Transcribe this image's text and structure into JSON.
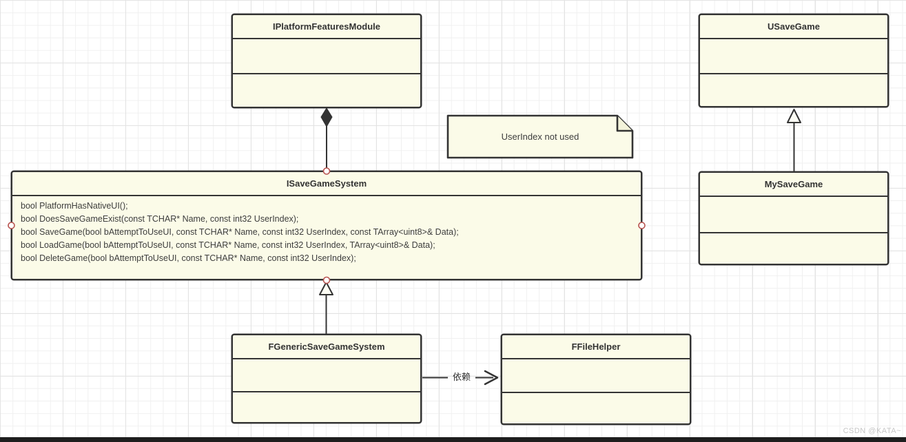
{
  "classes": [
    {
      "name": "IPlatformFeaturesModule"
    },
    {
      "name": "USaveGame"
    },
    {
      "name": "ISaveGameSystem",
      "methods": [
        "bool PlatformHasNativeUI();",
        "bool DoesSaveGameExist(const TCHAR* Name, const int32 UserIndex);",
        "bool SaveGame(bool bAttemptToUseUI, const TCHAR* Name, const int32 UserIndex, const TArray<uint8>& Data);",
        "bool LoadGame(bool bAttemptToUseUI, const TCHAR* Name, const int32 UserIndex, TArray<uint8>& Data);",
        "bool DeleteGame(bool bAttemptToUseUI, const TCHAR* Name, const int32 UserIndex);"
      ]
    },
    {
      "name": "MySaveGame"
    },
    {
      "name": "FGenericSaveGameSystem"
    },
    {
      "name": "FFileHelper"
    }
  ],
  "note": {
    "text": "UserIndex not used"
  },
  "edges": {
    "dependency_label": "依赖"
  },
  "watermark": "CSDN @KATA~",
  "colors": {
    "shape_fill": "#fbfbe8",
    "shape_border": "#333333",
    "connection_point": "#b85450",
    "grid_minor": "#f0f0f0",
    "grid_major": "#e3e3e3"
  }
}
